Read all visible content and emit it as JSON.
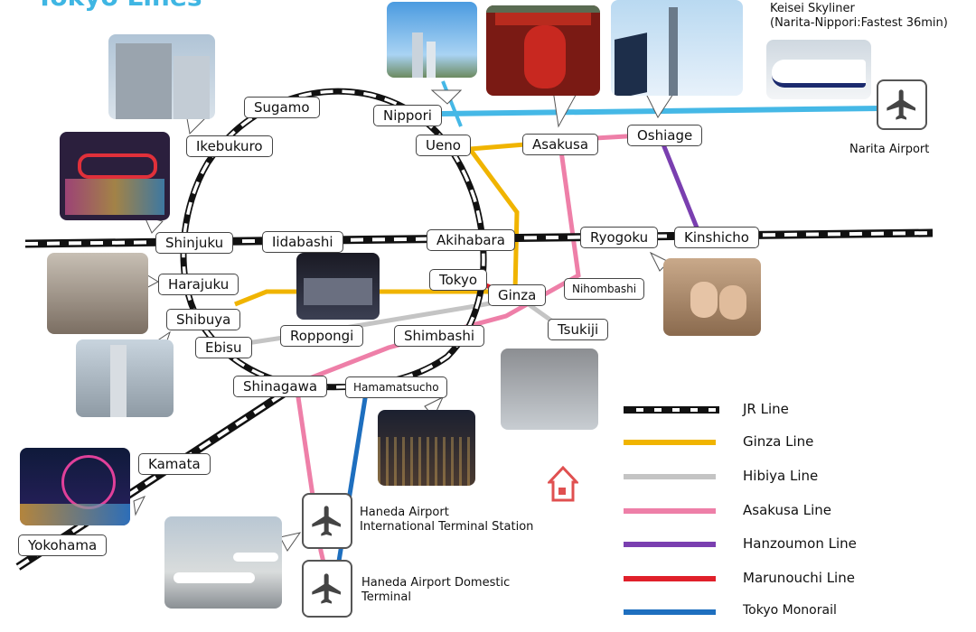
{
  "title_partial": "Tokyo Lines",
  "stations": {
    "sugamo": "Sugamo",
    "nippori": "Nippori",
    "ikebukuro": "Ikebukuro",
    "ueno": "Ueno",
    "asakusa": "Asakusa",
    "oshiage": "Oshiage",
    "shinjuku": "Shinjuku",
    "iidabashi": "Iidabashi",
    "akihabara": "Akihabara",
    "ryogoku": "Ryogoku",
    "kinshicho": "Kinshicho",
    "harajuku": "Harajuku",
    "tokyo": "Tokyo",
    "ginza": "Ginza",
    "nihombashi": "Nihombashi",
    "shibuya": "Shibuya",
    "roppongi": "Roppongi",
    "ebisu": "Ebisu",
    "shimbashi": "Shimbashi",
    "tsukiji": "Tsukiji",
    "shinagawa": "Shinagawa",
    "hamamatsucho": "Hamamatsucho",
    "kamata": "Kamata",
    "yokohama": "Yokohama"
  },
  "skyliner": {
    "line1": "Keisei Skyliner",
    "line2": "(Narita-Nippori:Fastest 36min)"
  },
  "airports": {
    "narita": "Narita Airport",
    "haneda_intl_1": "Haneda Airport",
    "haneda_intl_2": "International Terminal Station",
    "haneda_dom_1": "Haneda Airport Domestic",
    "haneda_dom_2": "Terminal"
  },
  "legend": [
    {
      "label": "JR Line",
      "color": "#111111",
      "style": "dashed"
    },
    {
      "label": "Ginza Line",
      "color": "#f0b400",
      "style": "solid"
    },
    {
      "label": "Hibiya Line",
      "color": "#c4c4c4",
      "style": "solid"
    },
    {
      "label": "Asakusa Line",
      "color": "#ee7fa8",
      "style": "solid"
    },
    {
      "label": "Hanzoumon Line",
      "color": "#7a3fb0",
      "style": "solid"
    },
    {
      "label": "Marunouchi Line",
      "color": "#e0202a",
      "style": "solid"
    },
    {
      "label": "Tokyo Monorail",
      "color": "#1e6fbf",
      "style": "solid"
    }
  ],
  "colors": {
    "jr": "#111111",
    "ginza": "#f0b400",
    "hibiya": "#c4c4c4",
    "asakusa": "#ee7fa8",
    "hanzomon": "#7a3fb0",
    "marunouchi": "#e0202a",
    "monorail": "#1e6fbf",
    "skyliner": "#45b8e6",
    "title": "#3fb6e3",
    "house": "#e05050"
  },
  "icons": {
    "plane": "airplane-icon",
    "house": "house-icon"
  }
}
